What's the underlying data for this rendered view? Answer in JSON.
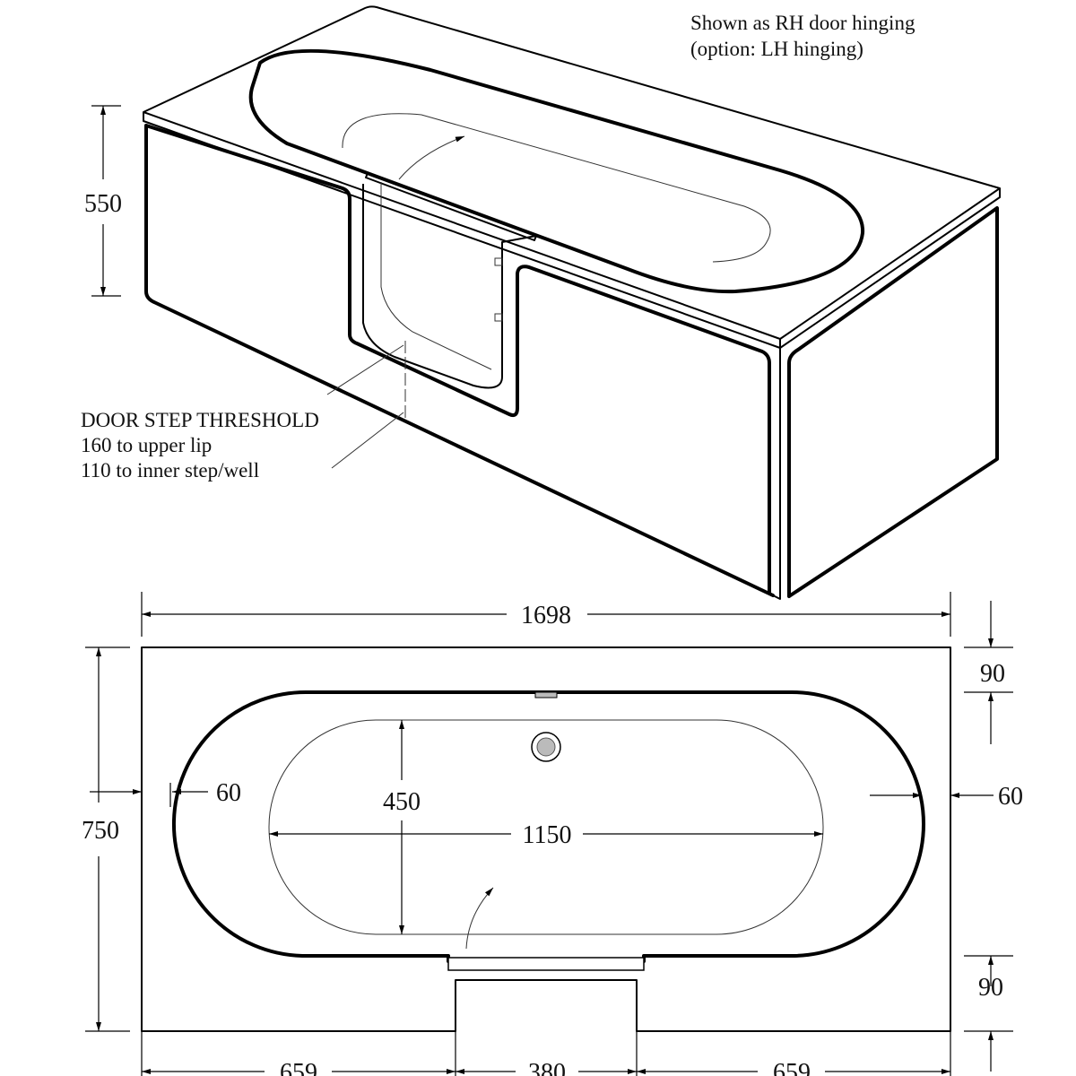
{
  "notes": {
    "hinging_line1": "Shown as RH door hinging",
    "hinging_line2": "(option: LH hinging)",
    "threshold_title": "DOOR STEP THRESHOLD",
    "threshold_line1": "160 to upper lip",
    "threshold_line2": "110 to inner step/well"
  },
  "dimensions": {
    "height": "550",
    "overall_length": "1698",
    "overall_width": "750",
    "rim_top": "90",
    "rim_bottom": "90",
    "wall_left": "60",
    "wall_right": "60",
    "basin_width": "450",
    "basin_length": "1150",
    "segment_left": "659",
    "door_width": "380",
    "segment_right": "659"
  }
}
